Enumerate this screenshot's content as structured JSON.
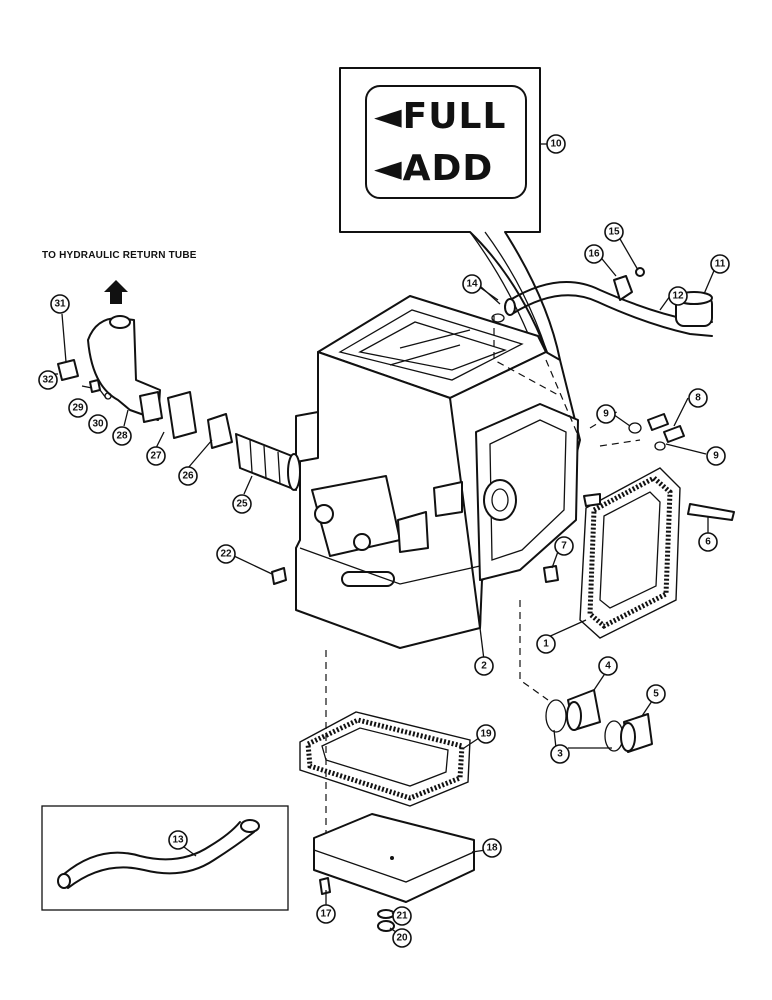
{
  "note_text": "TO HYDRAULIC RETURN TUBE",
  "gauge": {
    "full_label": "◄FULL",
    "add_label": "◄ADD"
  },
  "callouts": [
    "1",
    "2",
    "3",
    "3",
    "4",
    "5",
    "6",
    "7",
    "8",
    "9",
    "9",
    "10",
    "11",
    "12",
    "13",
    "14",
    "15",
    "16",
    "17",
    "18",
    "19",
    "20",
    "21",
    "22",
    "25",
    "26",
    "27",
    "28",
    "29",
    "30",
    "31",
    "32"
  ]
}
